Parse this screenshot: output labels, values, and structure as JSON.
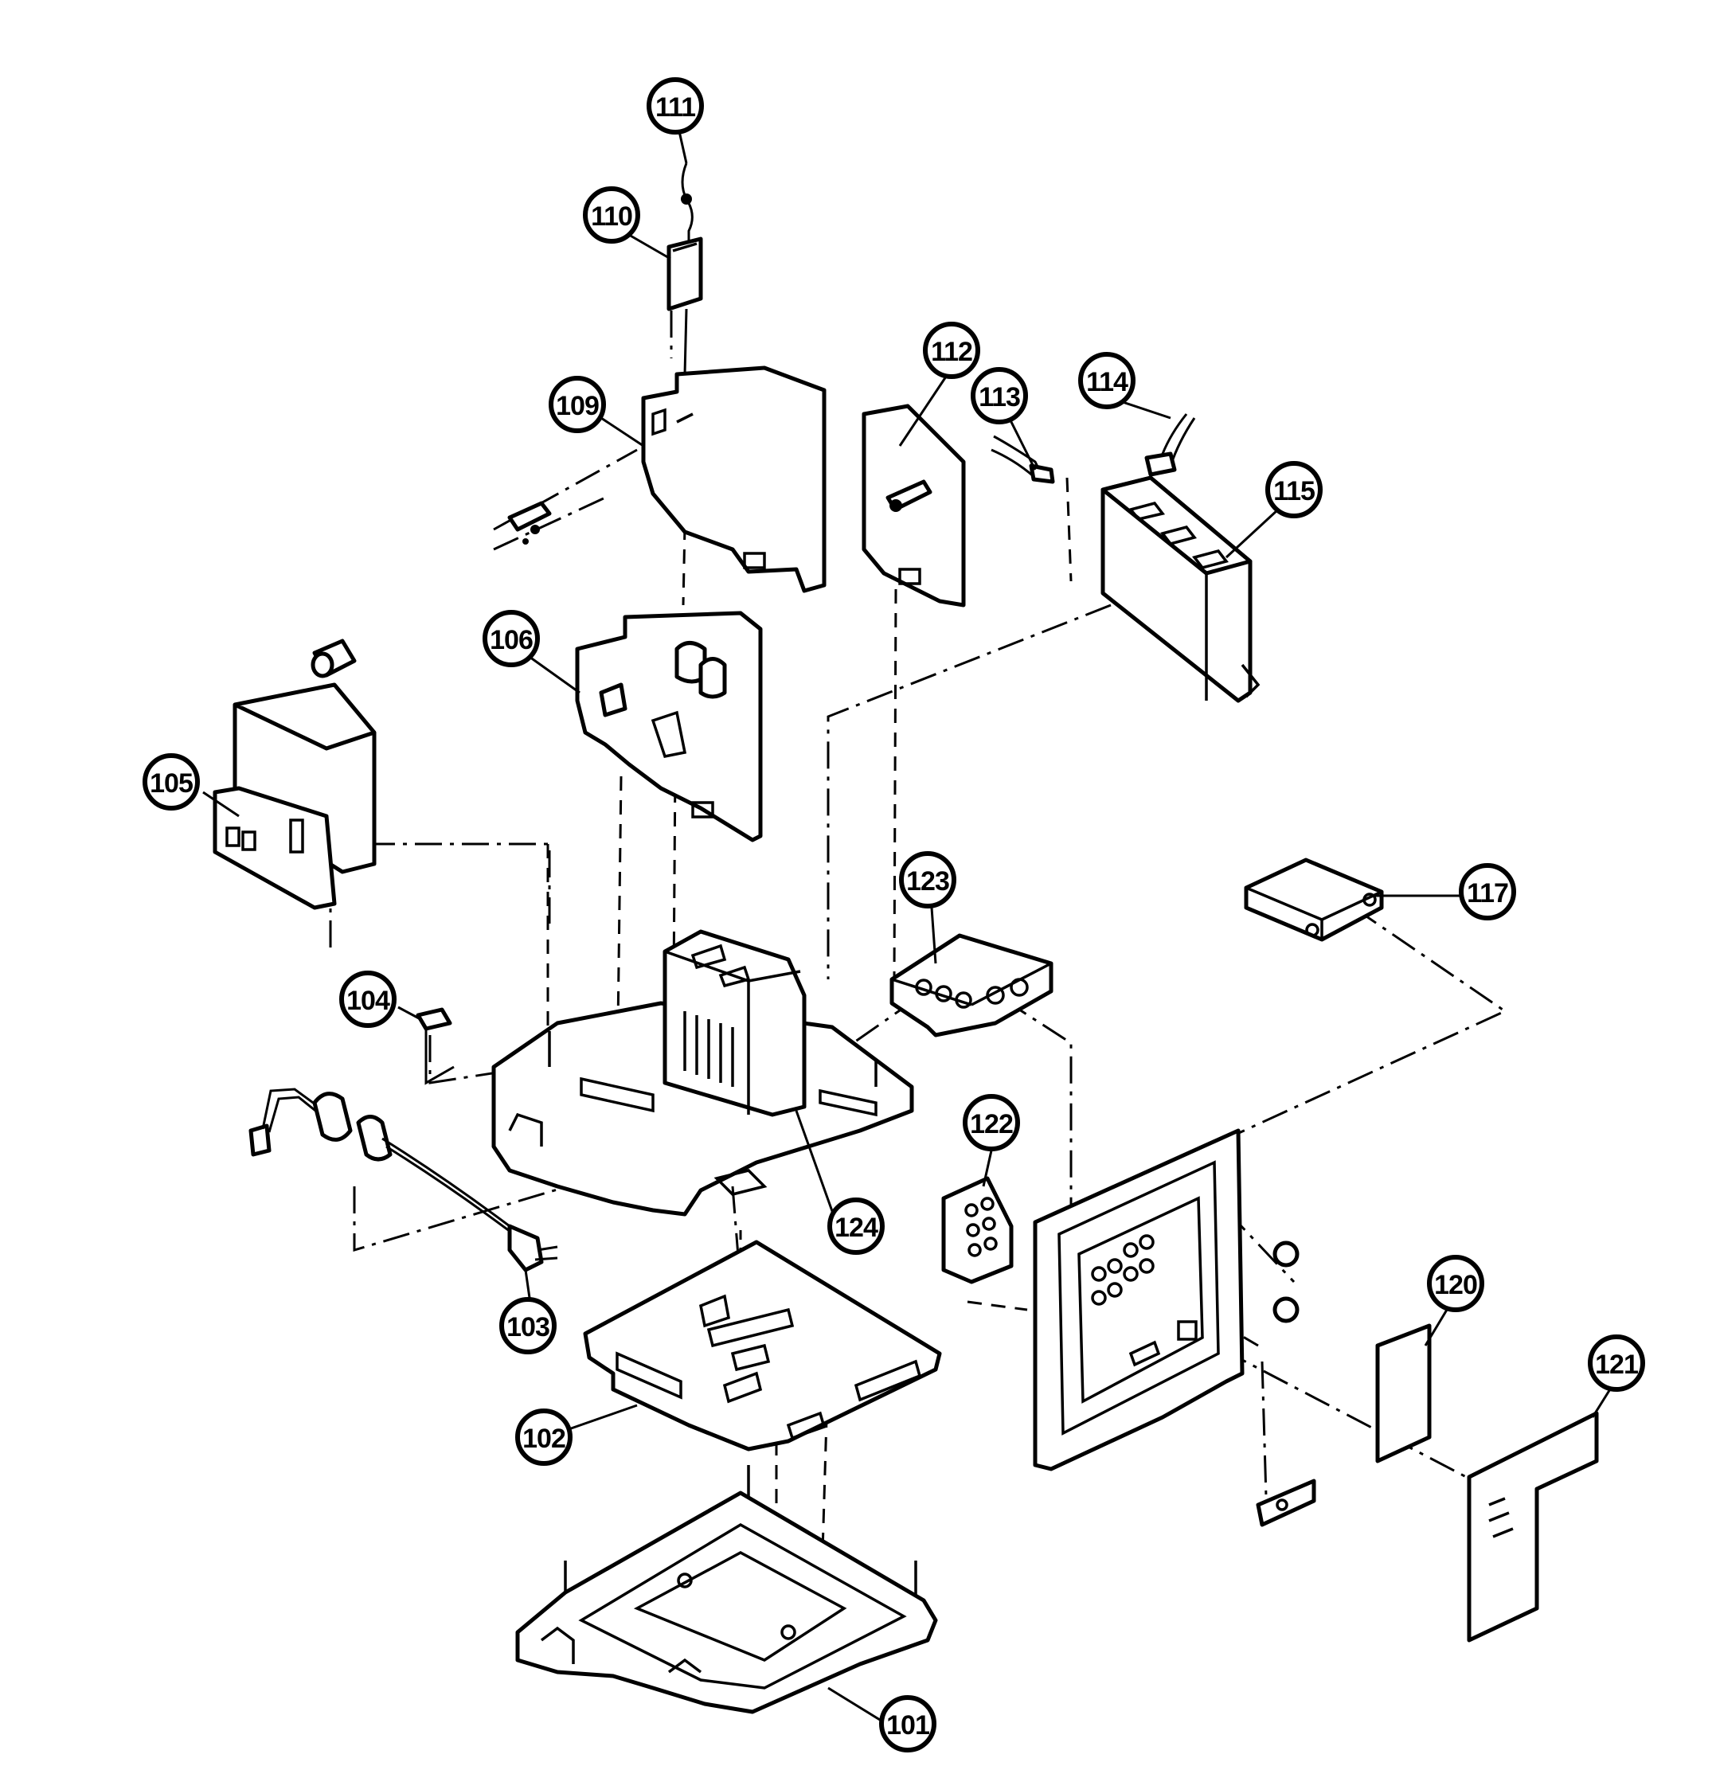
{
  "diagram": {
    "type": "exploded-parts-view",
    "callouts": [
      {
        "id": "c101",
        "label": "101"
      },
      {
        "id": "c102",
        "label": "102"
      },
      {
        "id": "c103",
        "label": "103"
      },
      {
        "id": "c104",
        "label": "104"
      },
      {
        "id": "c105",
        "label": "105"
      },
      {
        "id": "c106",
        "label": "106"
      },
      {
        "id": "c109",
        "label": "109"
      },
      {
        "id": "c110",
        "label": "110"
      },
      {
        "id": "c111",
        "label": "111"
      },
      {
        "id": "c112",
        "label": "112"
      },
      {
        "id": "c113",
        "label": "113"
      },
      {
        "id": "c114",
        "label": "114"
      },
      {
        "id": "c115",
        "label": "115"
      },
      {
        "id": "c117",
        "label": "117"
      },
      {
        "id": "c120",
        "label": "120"
      },
      {
        "id": "c121",
        "label": "121"
      },
      {
        "id": "c122",
        "label": "122"
      },
      {
        "id": "c123",
        "label": "123"
      },
      {
        "id": "c124",
        "label": "124"
      }
    ]
  }
}
